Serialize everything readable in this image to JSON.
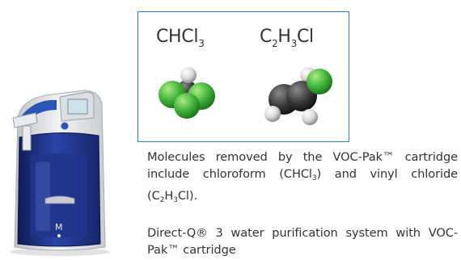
{
  "molecules": [
    {
      "formula_parts": [
        "CHCl",
        "3"
      ]
    },
    {
      "formula_parts": [
        "C",
        "2",
        "H",
        "3",
        "Cl"
      ]
    }
  ],
  "caption_voc": {
    "text1": "Molecules removed by the VOC-Pak™ cartridge include chloroform (CHCl",
    "sub1": "3",
    "text2": ") and vinyl chloride (C",
    "sub2": "2",
    "text3": "H",
    "sub3": "3",
    "text4": "Cl)."
  },
  "caption_system": "Direct-Q® 3 water purification system with VOC-Pak™ cartridge",
  "product": {
    "logo_letter": "M"
  },
  "colors": {
    "box_border": "#2e7fc4",
    "chlorine": "#3fb23a",
    "hydrogen": "#d8d8d8",
    "carbon": "#3a3a3a",
    "unit_blue": "#1c2f7c"
  }
}
